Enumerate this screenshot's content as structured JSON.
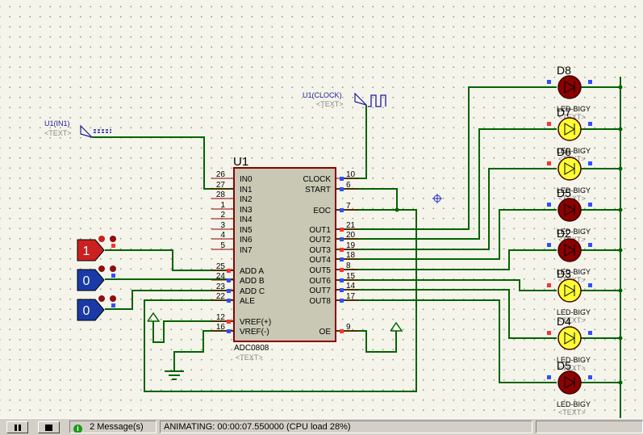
{
  "schematic": {
    "chip": {
      "ref": "U1",
      "part": "ADC0808",
      "text_placeholder": "<TEXT>",
      "left_pins": [
        {
          "num": "26",
          "name": "IN0"
        },
        {
          "num": "27",
          "name": "IN1"
        },
        {
          "num": "28",
          "name": "IN2"
        },
        {
          "num": "1",
          "name": "IN3"
        },
        {
          "num": "2",
          "name": "IN4"
        },
        {
          "num": "3",
          "name": "IN5"
        },
        {
          "num": "4",
          "name": "IN6"
        },
        {
          "num": "5",
          "name": "IN7"
        },
        {
          "num": "25",
          "name": "ADD A"
        },
        {
          "num": "24",
          "name": "ADD B"
        },
        {
          "num": "23",
          "name": "ADD C"
        },
        {
          "num": "22",
          "name": "ALE"
        },
        {
          "num": "12",
          "name": "VREF(+)"
        },
        {
          "num": "16",
          "name": "VREF(-)"
        }
      ],
      "right_pins": [
        {
          "num": "10",
          "name": "CLOCK"
        },
        {
          "num": "6",
          "name": "START"
        },
        {
          "num": "7",
          "name": "EOC"
        },
        {
          "num": "21",
          "name": "OUT1"
        },
        {
          "num": "20",
          "name": "OUT2"
        },
        {
          "num": "19",
          "name": "OUT3"
        },
        {
          "num": "18",
          "name": "OUT4"
        },
        {
          "num": "8",
          "name": "OUT5"
        },
        {
          "num": "15",
          "name": "OUT6"
        },
        {
          "num": "14",
          "name": "OUT7"
        },
        {
          "num": "17",
          "name": "OUT8"
        },
        {
          "num": "9",
          "name": "OE"
        }
      ]
    },
    "generators": [
      {
        "label": "U1(IN1)",
        "text": "<TEXT>"
      },
      {
        "label": "U1(CLOCK)",
        "text": "<TEXT>"
      }
    ],
    "logic_states": [
      "1",
      "0",
      "0"
    ],
    "leds": [
      {
        "ref": "D8",
        "lit": false
      },
      {
        "ref": "D7",
        "lit": true
      },
      {
        "ref": "D6",
        "lit": true
      },
      {
        "ref": "D5",
        "lit": false
      },
      {
        "ref": "D2",
        "lit": false
      },
      {
        "ref": "D3",
        "lit": true
      },
      {
        "ref": "D4",
        "lit": true
      },
      {
        "ref": "D5",
        "lit": false
      }
    ],
    "led_type": "LED-BIGY",
    "led_text": "<TEXT>",
    "colors": {
      "wire": "#006400",
      "chip_fill": "#c8c8b4",
      "chip_border": "#8b0000",
      "led_on": "#ffff32",
      "led_off": "#8b0000",
      "logic_high": "#cc2020",
      "logic_low": "#1a3aa8"
    }
  },
  "statusbar": {
    "messages": "2 Message(s)",
    "status": "ANIMATING: 00:00:07.550000 (CPU load 28%)"
  }
}
